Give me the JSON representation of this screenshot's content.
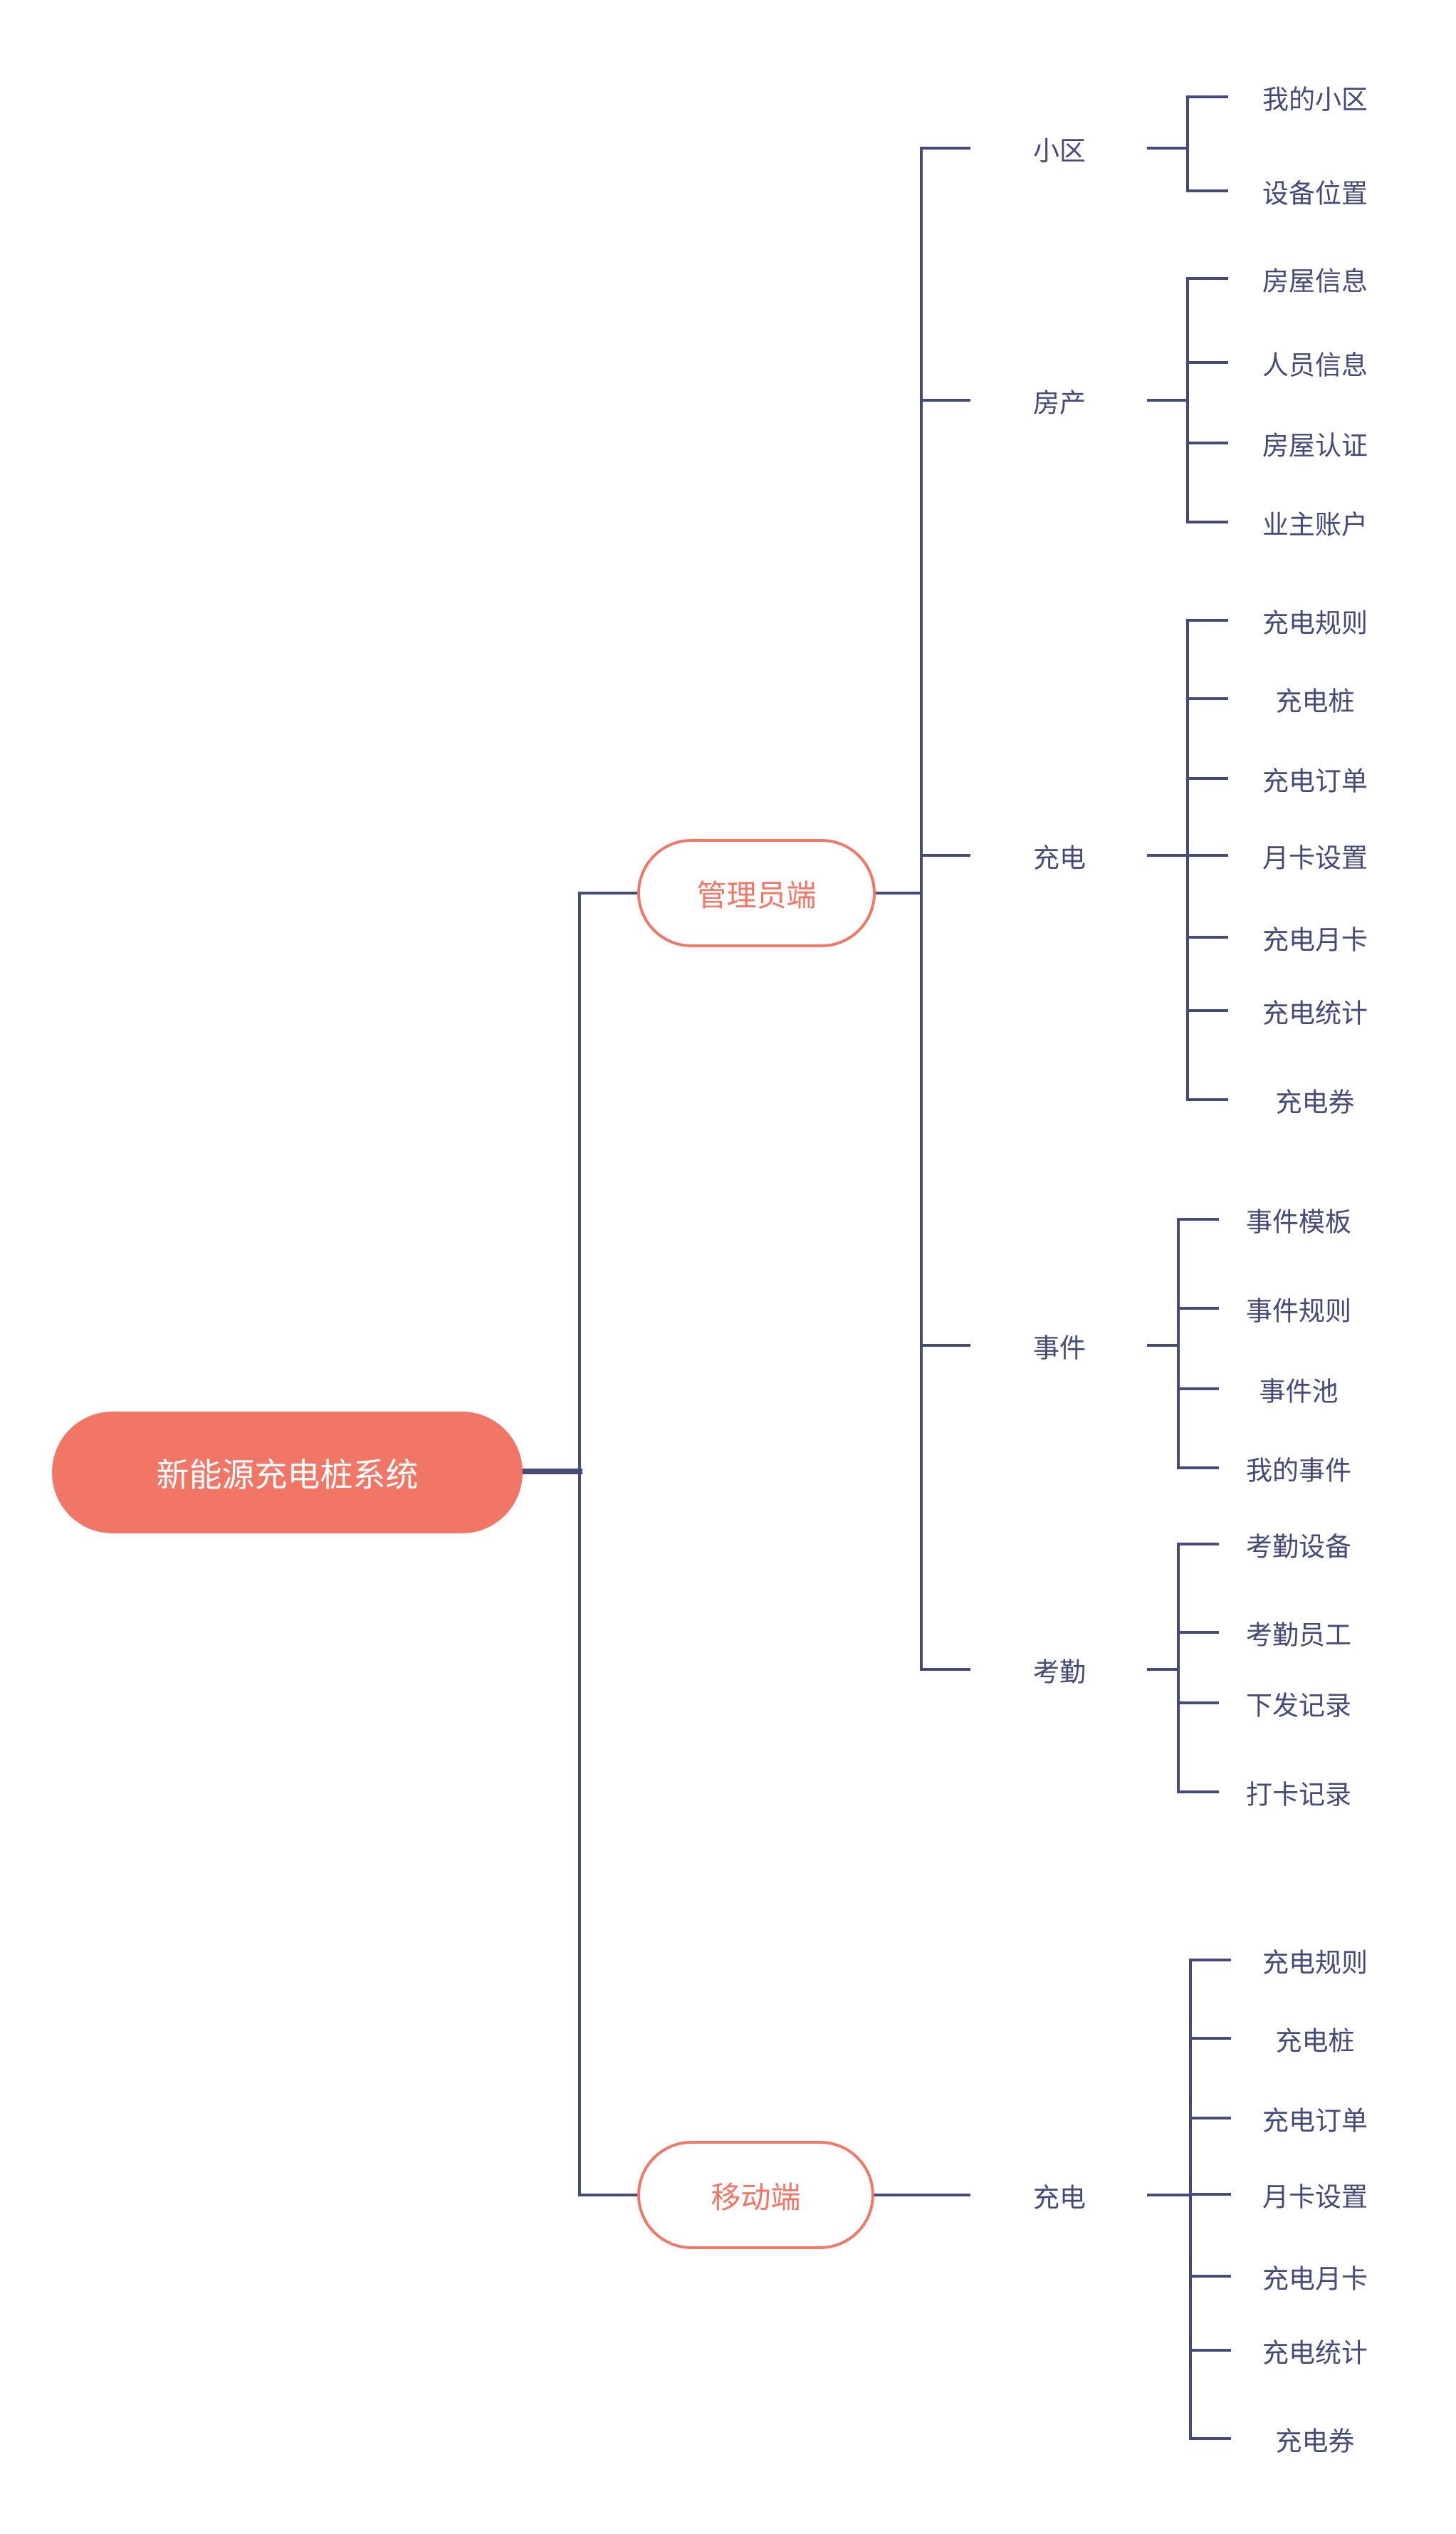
{
  "colors": {
    "accent": "#f27666",
    "ink": "#464a78",
    "background": "#ffffff"
  },
  "root": {
    "label": "新能源充电桩系统"
  },
  "branches": [
    {
      "label": "管理员端",
      "children": [
        {
          "label": "小区",
          "children": [
            "我的小区",
            "设备位置"
          ]
        },
        {
          "label": "房产",
          "children": [
            "房屋信息",
            "人员信息",
            "房屋认证",
            "业主账户"
          ]
        },
        {
          "label": "充电",
          "children": [
            "充电规则",
            "充电桩",
            "充电订单",
            "月卡设置",
            "充电月卡",
            "充电统计",
            "充电券"
          ]
        },
        {
          "label": "事件",
          "children": [
            "事件模板",
            "事件规则",
            "事件池",
            "我的事件"
          ]
        },
        {
          "label": "考勤",
          "children": [
            "考勤设备",
            "考勤员工",
            "下发记录",
            "打卡记录"
          ]
        }
      ]
    },
    {
      "label": "移动端",
      "children": [
        {
          "label": "充电",
          "children": [
            "充电规则",
            "充电桩",
            "充电订单",
            "月卡设置",
            "充电月卡",
            "充电统计",
            "充电券"
          ]
        }
      ]
    }
  ]
}
